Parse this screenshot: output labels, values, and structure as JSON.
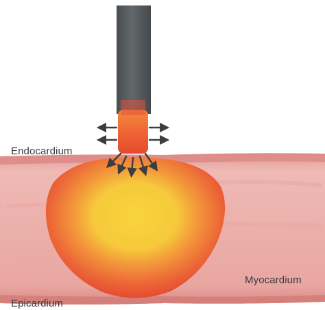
{
  "labels": {
    "endocardium": "Endocardium",
    "myocardium": "Myocardium",
    "epicardium": "Epicardium"
  },
  "colors": {
    "tissue_light": "#efb8b3",
    "tissue_mid": "#e0938f",
    "tissue_band": "#d77f7c",
    "lesion_outer": "#e2412f",
    "lesion_mid": "#f07a3a",
    "lesion_core": "#f7cf3a",
    "catheter_shaft": "#55595c",
    "catheter_tip": "#f06a35",
    "arrow": "#3d3d3d"
  },
  "icons": {
    "catheter": "ablation-catheter-icon",
    "heat_arrows": "arrow-icon"
  }
}
